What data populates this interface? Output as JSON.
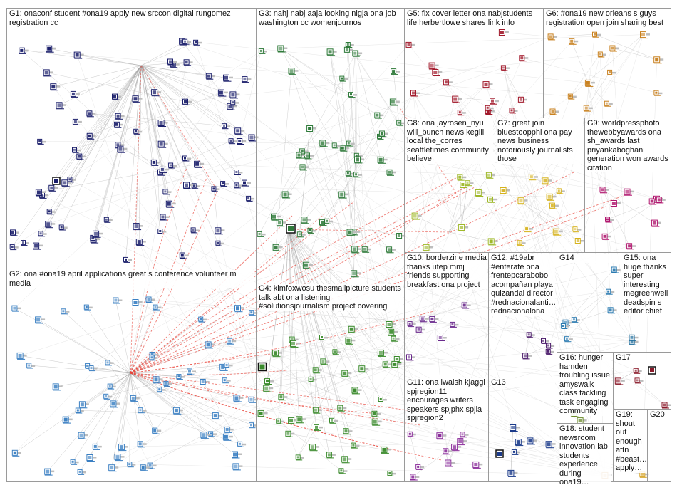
{
  "title": "",
  "groups": [
    {
      "id": "G1",
      "label": "G1: onaconf student #ona19 apply new srccon digital rungomez registration cc",
      "color": "#1b1f6b"
    },
    {
      "id": "G2",
      "label": "G2: ona #ona19 april applications great s conference volunteer m media",
      "color": "#3a7fc2"
    },
    {
      "id": "G3",
      "label": "G3: nahj nabj aaja looking nlgja ona job washington cc womenjournos",
      "color": "#2f7a3a"
    },
    {
      "id": "G4",
      "label": "G4: kimfoxwosu thesmallpicture students talk abt ona listening #solutionsjournalism project covering",
      "color": "#3a8a2c"
    },
    {
      "id": "G5",
      "label": "G5: fix cover letter ona nabjstudents life herbertlowe shares link info",
      "color": "#a1182a"
    },
    {
      "id": "G6",
      "label": "G6: #ona19 new orleans s guys registration open join sharing best",
      "color": "#c8801e"
    },
    {
      "id": "G7",
      "label": "G7: great join bluestoopphl ona pay news business notoriously journalists those",
      "color": "#d6b21c"
    },
    {
      "id": "G8",
      "label": "G8: ona jayrosen_nyu will_bunch news kegill local the_corres seattletimes community believe",
      "color": "#9fb82a"
    },
    {
      "id": "G9",
      "label": "G9: worldpressphoto thewebbyawards ona sh_awards last priyankaboghani generation won awards citation",
      "color": "#b0166e"
    },
    {
      "id": "G10",
      "label": "G10: borderzine media thanks utep mmj friends supporting breakfast ona project",
      "color": "#6a2a8c"
    },
    {
      "id": "G11",
      "label": "G11: ona lwalsh kjaggi spjregion11 encourages writers speakers spjphx spjla spjregion2",
      "color": "#8a2c9a"
    },
    {
      "id": "G12",
      "label": "G12: #19abr #enterate ona frentepcarabobo acompañan playa quizandal director #rednacionalanti… rednacionalona",
      "color": "#4a1a6a"
    },
    {
      "id": "G13",
      "label": "G13",
      "color": "#1a3a8a"
    },
    {
      "id": "G14",
      "label": "G14",
      "color": "#2a7ab0"
    },
    {
      "id": "G15",
      "label": "G15: ona huge thanks super interesting megreenwell deadspin s editor chief",
      "color": "#1a6a9a"
    },
    {
      "id": "G16",
      "label": "G16: hunger hamden troubling issue amyswalk class tackling task engaging community",
      "color": "#6a8a2a"
    },
    {
      "id": "G17",
      "label": "G17",
      "color": "#8a1a2a"
    },
    {
      "id": "G18",
      "label": "G18: student newsroom innovation lab students experience during ona19…",
      "color": "#c87a2a"
    },
    {
      "id": "G19",
      "label": "G19: shout out enough attn #beast… apply…",
      "color": "#d4a020"
    },
    {
      "id": "G20",
      "label": "G20",
      "color": "#5a5a5a"
    }
  ]
}
